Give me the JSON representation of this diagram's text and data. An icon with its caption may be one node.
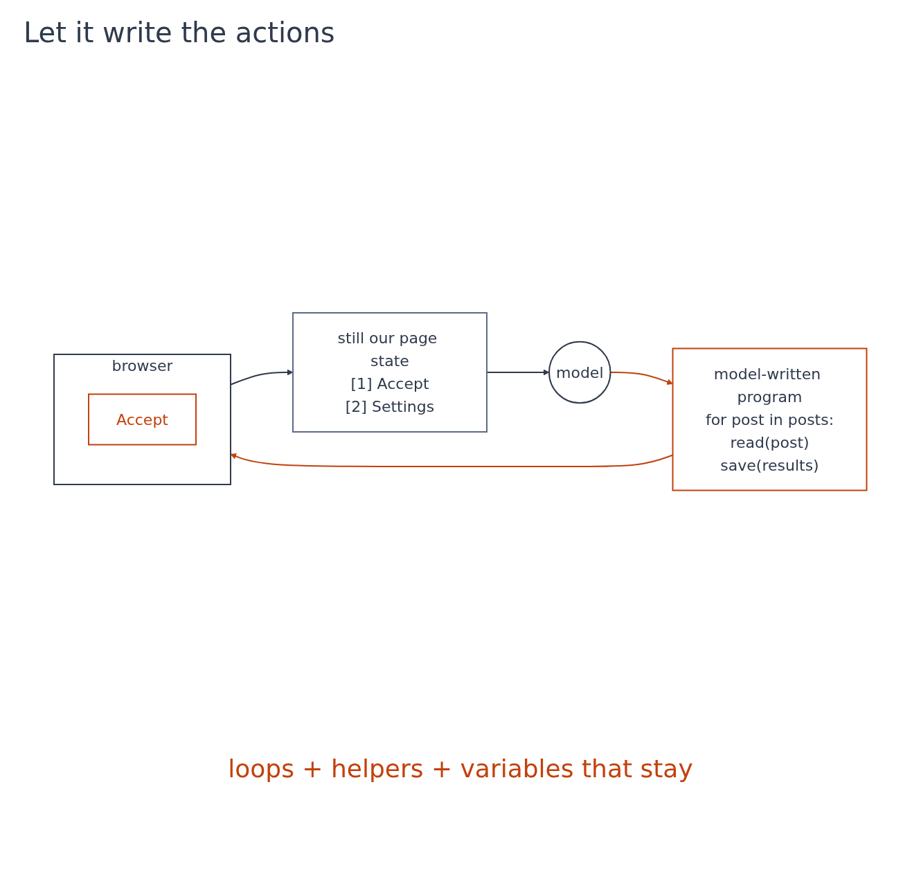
{
  "diagram": {
    "title": "Let it write the actions",
    "nodes": [
      {
        "text": [
          "still our page state",
          "[1] Accept",
          "[2] Settings"
        ]
      },
      {
        "text": [
          "model"
        ]
      },
      {
        "text": [
          "browser"
        ]
      },
      {
        "text": [
          "Accept"
        ],
        "in": 2
      },
      {
        "text": [
          "model-written program",
          "for post in posts:",
          "read(post)",
          "save(results)"
        ]
      }
    ],
    "edges": [
      {
        "from": 0,
        "to": 1,
        "arrow": "to"
      },
      {
        "from": 1,
        "to": 4,
        "arrow": "to",
        "color": "#c2410c"
      },
      {
        "from": 4,
        "to": 2,
        "arrow": "to",
        "color": "#c2410c"
      },
      {
        "from": 2,
        "to": 0,
        "arrow": "to"
      }
    ],
    "labels": [
      "loops + helpers + variables that stay"
    ]
  }
}
